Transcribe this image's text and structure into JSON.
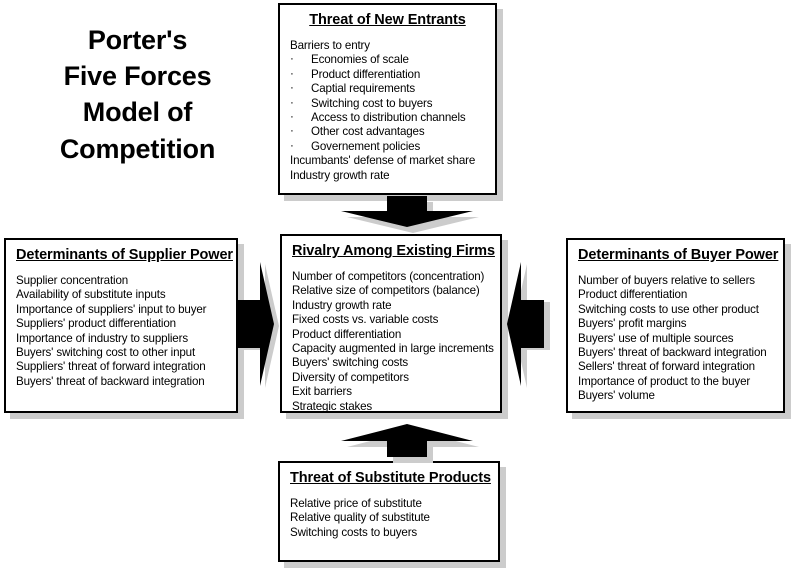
{
  "title": {
    "lines": [
      "Porter's",
      "Five Forces",
      "Model of",
      "Competition"
    ]
  },
  "colors": {
    "background": "#ffffff",
    "border": "#000000",
    "shadow": "#cccccc",
    "arrow_fill": "#000000",
    "arrow_shadow": "#cccccc",
    "text": "#000000"
  },
  "boxes": {
    "new_entrants": {
      "title": "Threat of New Entrants",
      "items": [
        {
          "text": "Barriers to entry",
          "sub": false
        },
        {
          "text": "Economies of scale",
          "sub": true
        },
        {
          "text": "Product differentiation",
          "sub": true
        },
        {
          "text": "Captial requirements",
          "sub": true
        },
        {
          "text": "Switching cost to buyers",
          "sub": true
        },
        {
          "text": "Access to distribution channels",
          "sub": true
        },
        {
          "text": "Other cost advantages",
          "sub": true
        },
        {
          "text": "Governement policies",
          "sub": true
        },
        {
          "text": "Incumbants' defense of market share",
          "sub": false
        },
        {
          "text": "Industry growth rate",
          "sub": false
        }
      ]
    },
    "supplier_power": {
      "title": "Determinants of Supplier Power",
      "items": [
        {
          "text": "Supplier concentration",
          "sub": false
        },
        {
          "text": "Availability of substitute inputs",
          "sub": false
        },
        {
          "text": "Importance of suppliers' input to buyer",
          "sub": false
        },
        {
          "text": "Suppliers' product differentiation",
          "sub": false
        },
        {
          "text": "Importance of industry to suppliers",
          "sub": false
        },
        {
          "text": "Buyers' switching cost to other input",
          "sub": false
        },
        {
          "text": "Suppliers' threat of forward integration",
          "sub": false
        },
        {
          "text": "Buyers' threat of backward integration",
          "sub": false
        }
      ]
    },
    "rivalry": {
      "title": "Rivalry Among Existing Firms",
      "items": [
        {
          "text": "Number of competitors (concentration)",
          "sub": false
        },
        {
          "text": "Relative size of competitors (balance)",
          "sub": false
        },
        {
          "text": "Industry growth rate",
          "sub": false
        },
        {
          "text": "Fixed costs vs. variable costs",
          "sub": false
        },
        {
          "text": "Product differentiation",
          "sub": false
        },
        {
          "text": "Capacity augmented in large increments",
          "sub": false
        },
        {
          "text": "Buyers' switching costs",
          "sub": false
        },
        {
          "text": "Diversity of competitors",
          "sub": false
        },
        {
          "text": "Exit barriers",
          "sub": false
        },
        {
          "text": "Strategic stakes",
          "sub": false
        }
      ]
    },
    "buyer_power": {
      "title": "Determinants of Buyer Power",
      "items": [
        {
          "text": "Number of buyers relative to sellers",
          "sub": false
        },
        {
          "text": "Product differentiation",
          "sub": false
        },
        {
          "text": "Switching costs to use other product",
          "sub": false
        },
        {
          "text": "Buyers' profit margins",
          "sub": false
        },
        {
          "text": "Buyers' use of multiple sources",
          "sub": false
        },
        {
          "text": "Buyers' threat of backward integration",
          "sub": false
        },
        {
          "text": "Sellers' threat of forward integration",
          "sub": false
        },
        {
          "text": "Importance of product to the buyer",
          "sub": false
        },
        {
          "text": "Buyers' volume",
          "sub": false
        }
      ]
    },
    "substitute_products": {
      "title": "Threat of Substitute Products",
      "items": [
        {
          "text": "Relative price of substitute",
          "sub": false
        },
        {
          "text": "Relative quality of substitute",
          "sub": false
        },
        {
          "text": "Switching costs to buyers",
          "sub": false
        }
      ]
    }
  },
  "arrows": {
    "bullet_glyph": "·",
    "top": {
      "name": "arrow-new-entrants-to-rivalry",
      "direction": "down"
    },
    "bottom": {
      "name": "arrow-substitutes-to-rivalry",
      "direction": "up"
    },
    "left": {
      "name": "arrow-supplier-to-rivalry",
      "direction": "right"
    },
    "right": {
      "name": "arrow-buyer-to-rivalry",
      "direction": "left"
    }
  }
}
